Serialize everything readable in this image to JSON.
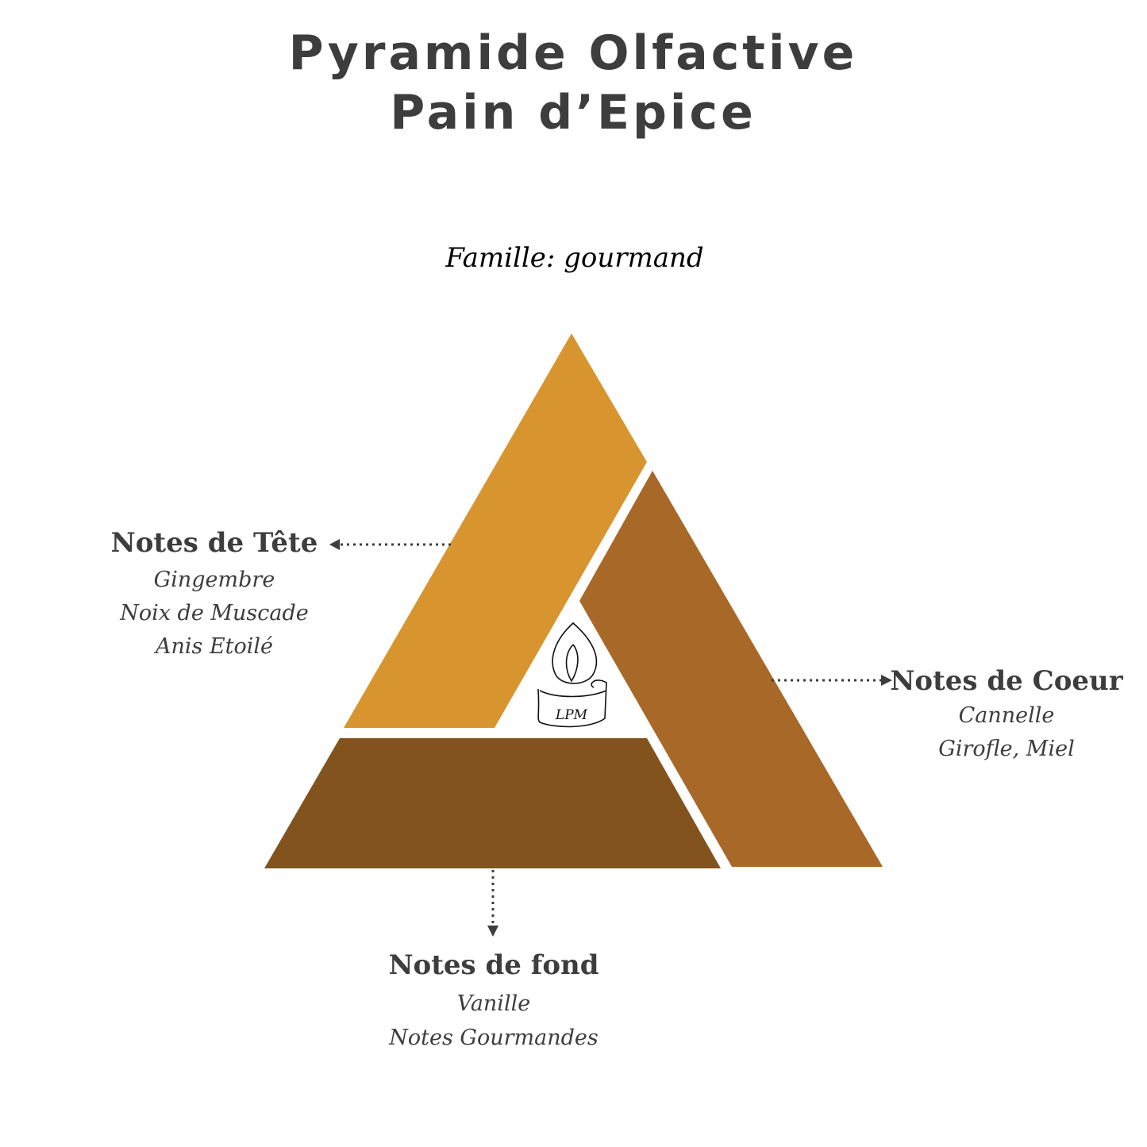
{
  "title": {
    "line1": "Pyramide Olfactive",
    "line2": "Pain d’Epice"
  },
  "family": "Famille:  gourmand",
  "logo_text": "LPM",
  "colors": {
    "top": "#D8952F",
    "heart": "#A86827",
    "base": "#82531D",
    "text": "#3D3D3D"
  },
  "notes": {
    "top": {
      "heading": "Notes de Tête",
      "items": [
        "Gingembre",
        "Noix de Muscade",
        "Anis Etoilé"
      ]
    },
    "heart": {
      "heading": "Notes de Coeur",
      "items": [
        "Cannelle",
        "Girofle, Miel"
      ]
    },
    "base": {
      "heading": "Notes de fond",
      "items": [
        "Vanille",
        "Notes Gourmandes"
      ]
    }
  }
}
